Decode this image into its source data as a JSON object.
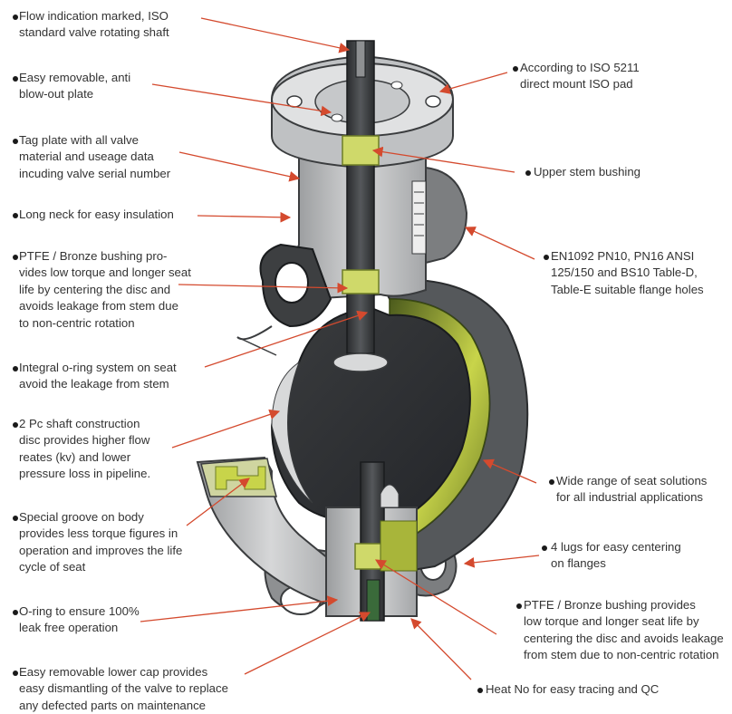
{
  "colors": {
    "body_metal": "#c9cacb",
    "body_dark": "#3d3f41",
    "disc_dark": "#2e3032",
    "seat_green": "#c8d44a",
    "bushing_green": "#cfd96a",
    "arrow_red": "#d44a2e",
    "text": "#333333"
  },
  "callouts_left": [
    {
      "id": "flow-indication",
      "lines": [
        "Flow indication marked, ISO",
        "standard valve rotating shaft"
      ]
    },
    {
      "id": "anti-blowout",
      "lines": [
        "Easy removable, anti",
        "blow-out plate"
      ]
    },
    {
      "id": "tag-plate",
      "lines": [
        "Tag plate with all valve",
        "material and useage data",
        "incuding valve serial number"
      ]
    },
    {
      "id": "long-neck",
      "lines": [
        "Long neck for easy insulation"
      ]
    },
    {
      "id": "ptfe-upper",
      "lines": [
        "PTFE / Bronze bushing pro-",
        "vides low torque and longer seat",
        "life by centering the  disc and",
        "avoids leakage from stem due",
        "to non-centric rotation"
      ]
    },
    {
      "id": "o-ring-seat",
      "lines": [
        "Integral o-ring system on seat",
        "avoid the leakage from stem"
      ]
    },
    {
      "id": "two-pc-shaft",
      "lines": [
        "2 Pc shaft construction",
        "disc provides higher flow",
        "reates (kv) and lower",
        "pressure loss in pipeline."
      ]
    },
    {
      "id": "special-groove",
      "lines": [
        "Special groove on body",
        "provides less torque figures in",
        "operation and improves the life",
        "cycle of seat"
      ]
    },
    {
      "id": "o-ring-leak",
      "lines": [
        "O-ring to ensure 100%",
        "leak free operation"
      ]
    },
    {
      "id": "lower-cap",
      "lines": [
        "Easy removable lower cap provides",
        "easy dismantling of the valve to replace",
        "any defected parts on maintenance"
      ]
    }
  ],
  "callouts_right": [
    {
      "id": "iso-5211",
      "lines": [
        "According to ISO 5211",
        "direct mount ISO pad"
      ]
    },
    {
      "id": "upper-stem-bushing",
      "lines": [
        "Upper stem bushing"
      ]
    },
    {
      "id": "flange-holes",
      "lines": [
        "EN1092 PN10, PN16 ANSI",
        "125/150 and BS10 Table-D,",
        "Table-E suitable flange holes"
      ]
    },
    {
      "id": "seat-solutions",
      "lines": [
        "Wide range of seat solutions",
        "for all industrial applications"
      ]
    },
    {
      "id": "four-lugs",
      "lines": [
        "4 lugs for easy centering",
        "on flanges"
      ]
    },
    {
      "id": "ptfe-lower",
      "lines": [
        "PTFE / Bronze bushing provides",
        "low torque and longer seat life by",
        "centering the  disc and avoids leakage",
        "from stem due to non-centric rotation"
      ]
    },
    {
      "id": "heat-no",
      "lines": [
        "Heat No for easy tracing and QC"
      ]
    }
  ]
}
